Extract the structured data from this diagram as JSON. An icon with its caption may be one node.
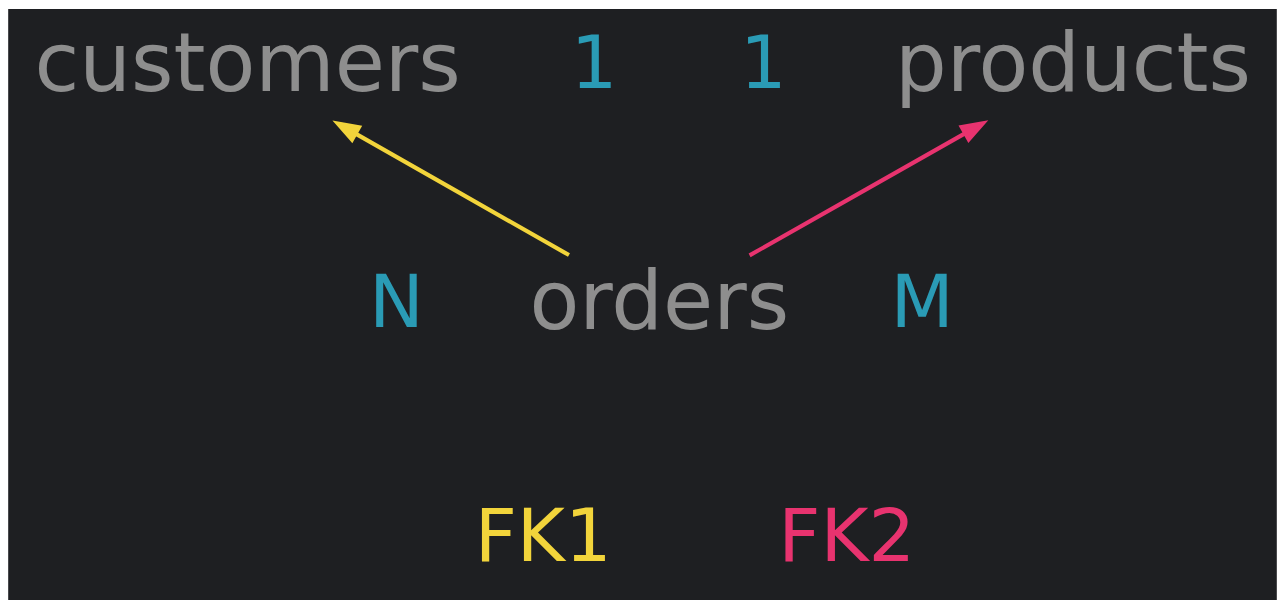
{
  "diagram": {
    "nodes": [
      {
        "text": [
          "customers"
        ]
      },
      {
        "text": [
          "products"
        ]
      },
      {
        "text": [
          "orders"
        ]
      }
    ],
    "edges": [
      {
        "from": 2,
        "to": 0,
        "arrow": "to",
        "color": "#f2d43b"
      },
      {
        "from": 2,
        "to": 1,
        "arrow": "to",
        "color": "#e8336f"
      }
    ],
    "labels": [
      "1",
      "1",
      "N",
      "M",
      "FK1",
      "FK2"
    ]
  }
}
